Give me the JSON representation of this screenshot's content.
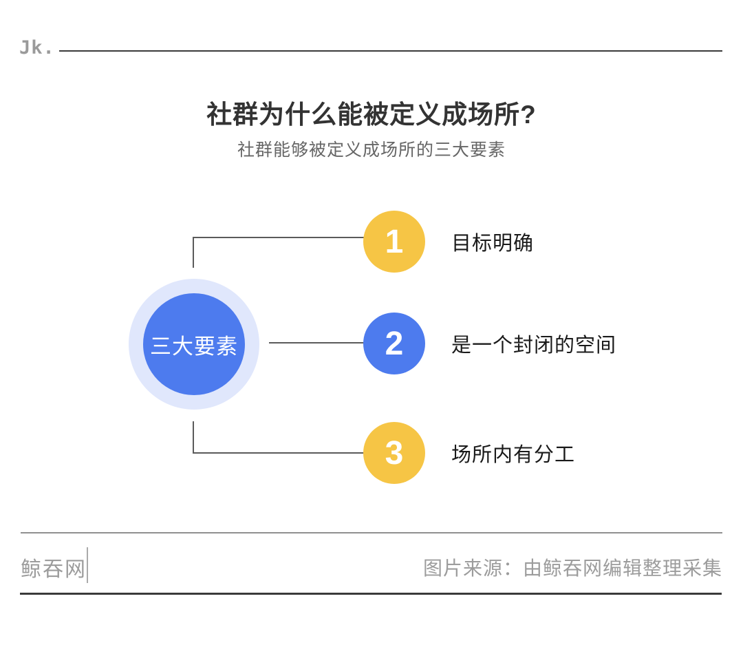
{
  "header": {
    "logo_text": "Jk."
  },
  "title": "社群为什么能被定义成场所?",
  "subtitle": "社群能够被定义成场所的三大要素",
  "center_node": {
    "label": "三大要素"
  },
  "items": [
    {
      "number": "1",
      "label": "目标明确"
    },
    {
      "number": "2",
      "label": "是一个封闭的空间"
    },
    {
      "number": "3",
      "label": "场所内有分工"
    }
  ],
  "footer": {
    "brand": "鲸吞网",
    "source": "图片来源：由鲸吞网编辑整理采集"
  },
  "colors": {
    "accent_blue": "#4d7bee",
    "accent_yellow": "#f6c545",
    "halo_blue": "#e0e7fc",
    "connector_gray": "#5a5a5a",
    "header_line_dark": "#3a3a3a",
    "footer_gray_text": "#9c9c9c",
    "title_dark": "#333333",
    "label_dark": "#1a1a1a"
  }
}
